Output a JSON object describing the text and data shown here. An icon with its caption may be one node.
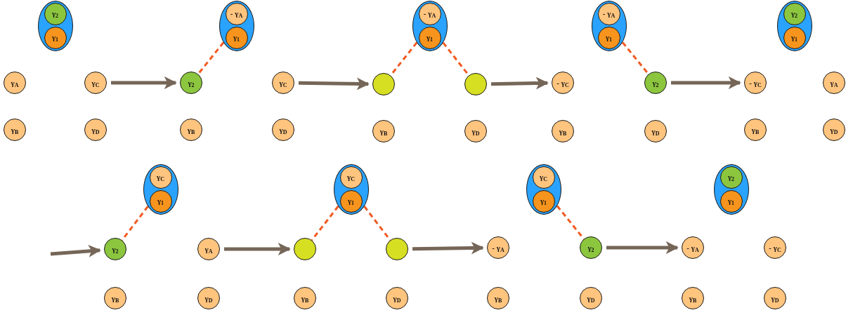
{
  "diagram": {
    "nodes": [
      {
        "text": [],
        "shape": "ellipse"
      },
      {
        "text": [
          "γ$_{2}$"
        ],
        "in": 0
      },
      {
        "text": [
          "γ$_{1}$"
        ],
        "in": 0
      },
      {
        "text": [
          "γ$_{A}$"
        ]
      },
      {
        "text": [
          "γ$_{C}$"
        ]
      },
      {
        "text": [
          "γ$_{B}$"
        ]
      },
      {
        "text": [
          "γ$_{D}$"
        ]
      },
      {
        "text": [],
        "shape": "ellipse"
      },
      {
        "text": [
          "- γ$_{A}$"
        ],
        "in": 7
      },
      {
        "text": [
          "γ$_{1}$"
        ],
        "in": 7
      },
      {
        "text": [
          "γ$_{2}$"
        ]
      },
      {
        "text": [
          "γ$_{C}$"
        ]
      },
      {
        "text": [
          "γ$_{B}$"
        ]
      },
      {
        "text": [
          "γ$_{D}$"
        ]
      },
      {
        "text": [],
        "shape": "ellipse"
      },
      {
        "text": [
          "- γ$_{A}$"
        ],
        "in": 14
      },
      {
        "text": [
          "γ$_{1}$"
        ],
        "in": 14
      },
      {
        "text": [],
        "shape": "circle"
      },
      {
        "text": [],
        "shape": "circle"
      },
      {
        "text": [
          "γ$_{B}$"
        ]
      },
      {
        "text": [
          "γ$_{D}$"
        ]
      },
      {
        "text": [],
        "shape": "ellipse"
      },
      {
        "text": [
          "- γ$_{A}$"
        ],
        "in": 21
      },
      {
        "text": [
          "γ$_{1}$"
        ],
        "in": 21
      },
      {
        "text": [
          "- γ$_{C}$"
        ]
      },
      {
        "text": [
          "γ$_{2}$"
        ]
      },
      {
        "text": [
          "γ$_{B}$"
        ]
      },
      {
        "text": [
          "γ$_{D}$"
        ]
      },
      {
        "text": [],
        "shape": "ellipse"
      },
      {
        "text": [
          "γ$_{2}$"
        ],
        "in": 28
      },
      {
        "text": [
          "γ$_{1}$"
        ],
        "in": 28
      },
      {
        "text": [
          "- γ$_{C}$"
        ]
      },
      {
        "text": [
          "γ$_{A}$"
        ]
      },
      {
        "text": [
          "γ$_{B}$"
        ]
      },
      {
        "text": [
          "γ$_{D}$"
        ]
      },
      {
        "text": [],
        "shape": "ellipse"
      },
      {
        "text": [
          "γ$_{C}$"
        ],
        "in": 35
      },
      {
        "text": [
          "γ$_{1}$"
        ],
        "in": 35
      },
      {
        "text": [
          "γ$_{2}$"
        ]
      },
      {
        "text": [
          "γ$_{A}$"
        ]
      },
      {
        "text": [
          "γ$_{B}$"
        ]
      },
      {
        "text": [
          "γ$_{D}$"
        ]
      },
      {
        "text": [],
        "shape": "ellipse"
      },
      {
        "text": [
          "γ$_{C}$"
        ],
        "in": 42
      },
      {
        "text": [
          "γ$_{1}$"
        ],
        "in": 42
      },
      {
        "text": [],
        "shape": "circle"
      },
      {
        "text": [],
        "shape": "circle"
      },
      {
        "text": [
          "γ$_{B}$"
        ]
      },
      {
        "text": [
          "γ$_{D}$"
        ]
      },
      {
        "text": [],
        "shape": "ellipse"
      },
      {
        "text": [
          "γ$_{C}$"
        ],
        "in": 49
      },
      {
        "text": [
          "γ$_{1}$"
        ],
        "in": 49
      },
      {
        "text": [
          "- γ$_{A}$"
        ]
      },
      {
        "text": [
          "γ$_{2}$"
        ]
      },
      {
        "text": [
          "γ$_{B}$"
        ]
      },
      {
        "text": [
          "γ$_{D}$"
        ]
      },
      {
        "text": [],
        "shape": "ellipse"
      },
      {
        "text": [
          "γ$_{2}$"
        ],
        "in": 56
      },
      {
        "text": [
          "γ$_{1}$"
        ],
        "in": 56
      },
      {
        "text": [
          "- γ$_{A}$"
        ]
      },
      {
        "text": [
          "- γ$_{C}$"
        ]
      },
      {
        "text": [
          "γ$_{B}$"
        ]
      },
      {
        "text": [
          "γ$_{D}$"
        ]
      }
    ],
    "edges": [
      {
        "from": 7,
        "to": 10,
        "arrow": "none",
        "style": "dashed",
        "color": "#f15a22"
      },
      {
        "from": 14,
        "to": 17,
        "arrow": "none",
        "style": "dashed",
        "color": "#f15a22"
      },
      {
        "from": 14,
        "to": 18,
        "arrow": "none",
        "style": "dashed",
        "color": "#f15a22"
      },
      {
        "from": 21,
        "to": 25,
        "arrow": "none",
        "style": "dashed",
        "color": "#f15a22"
      },
      {
        "from": 35,
        "to": 38,
        "arrow": "none",
        "style": "dashed",
        "color": "#f15a22"
      },
      {
        "from": 42,
        "to": 45,
        "arrow": "none",
        "style": "dashed",
        "color": "#f15a22"
      },
      {
        "from": 42,
        "to": 46,
        "arrow": "none",
        "style": "dashed",
        "color": "#f15a22"
      },
      {
        "from": 49,
        "to": 53,
        "arrow": "none",
        "style": "dashed",
        "color": "#f15a22"
      },
      {
        "from": 4,
        "to": 10,
        "arrow": "to",
        "color": "#756658"
      },
      {
        "from": 11,
        "to": 17,
        "arrow": "to",
        "color": "#756658"
      },
      {
        "from": 18,
        "to": 24,
        "arrow": "to",
        "color": "#756658"
      },
      {
        "from": 25,
        "to": 31,
        "arrow": "to",
        "color": "#756658"
      },
      {
        "from": null,
        "to": 38,
        "arrow": "to",
        "color": "#756658"
      },
      {
        "from": 39,
        "to": 45,
        "arrow": "to",
        "color": "#756658"
      },
      {
        "from": 46,
        "to": 52,
        "arrow": "to",
        "color": "#756658"
      },
      {
        "from": 53,
        "to": 59,
        "arrow": "to",
        "color": "#756658"
      }
    ]
  }
}
